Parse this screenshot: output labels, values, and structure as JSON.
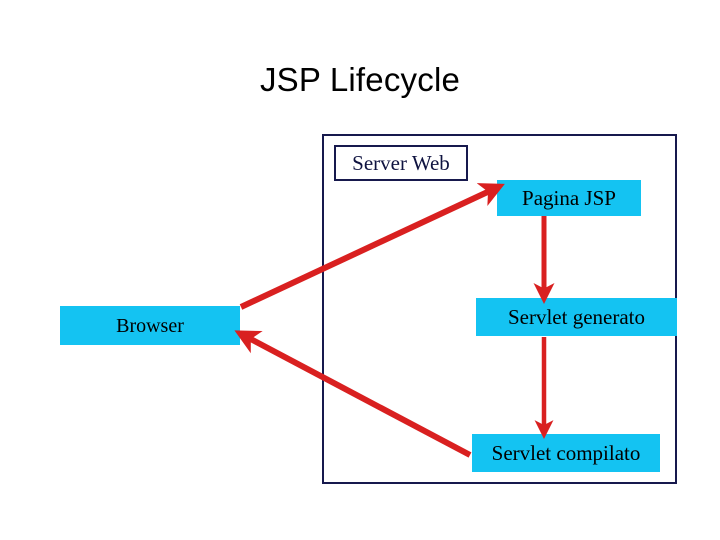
{
  "slide": {
    "title": "JSP Lifecycle",
    "background_color": "#ffffff"
  },
  "diagram": {
    "type": "flow-diagram",
    "container": {
      "label": "Server Web",
      "border_color": "#17194d",
      "fill_color": "#ffffff"
    },
    "node_fill_color": "#14c3f2",
    "arrow_color": "#d92020",
    "nodes": [
      {
        "id": "server-web",
        "label": "Server Web",
        "style": "white-outline"
      },
      {
        "id": "pagina-jsp",
        "label": "Pagina JSP",
        "style": "cyan-fill"
      },
      {
        "id": "browser",
        "label": "Browser",
        "style": "cyan-fill"
      },
      {
        "id": "servlet-generato",
        "label": "Servlet generato",
        "style": "cyan-fill"
      },
      {
        "id": "servlet-compilato",
        "label": "Servlet compilato",
        "style": "cyan-fill"
      }
    ],
    "arrows": [
      {
        "id": "browser-to-pagina-jsp",
        "from": "browser",
        "to": "pagina-jsp",
        "direction": "up-right"
      },
      {
        "id": "pagina-jsp-to-servlet-generato",
        "from": "pagina-jsp",
        "to": "servlet-generato",
        "direction": "down"
      },
      {
        "id": "servlet-generato-to-compilato",
        "from": "servlet-generato",
        "to": "servlet-compilato",
        "direction": "down"
      },
      {
        "id": "servlet-compilato-to-browser",
        "from": "servlet-compilato",
        "to": "browser",
        "direction": "up-left"
      }
    ]
  }
}
